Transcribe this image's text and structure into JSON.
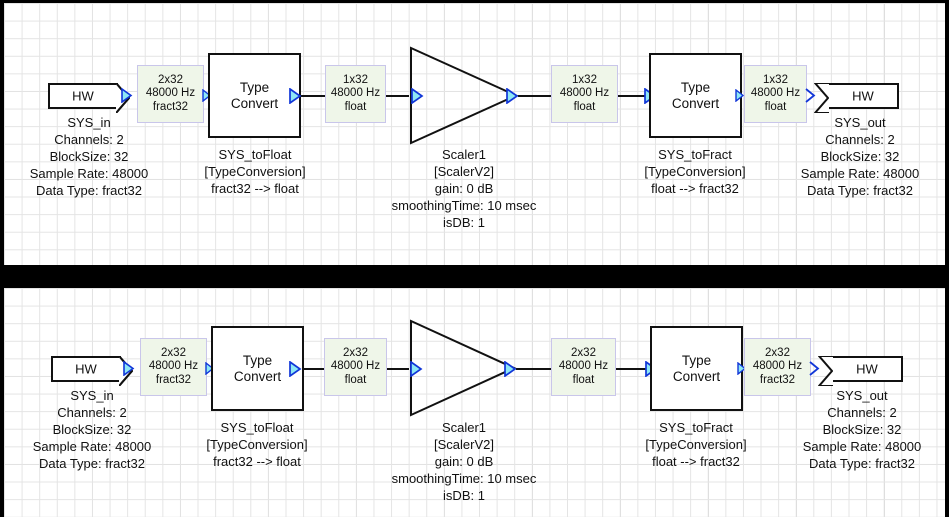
{
  "diagram": {
    "title": "Audio signal-flow block diagram (two variants)",
    "colors": {
      "signal_box_fill": "#eff6e9",
      "signal_box_border": "#c9c6ea",
      "block_border": "#111111",
      "port_fill": "#66e0f0",
      "port_stroke": "#0b3fd9",
      "wire": "#111111",
      "grid_minor": "#e4e4e4",
      "grid_major": "#d2d2d2",
      "sheet_background": "#ffffff",
      "separator": "#000000"
    },
    "panels": [
      {
        "id": "top",
        "blocks": {
          "hw_in": {
            "body_label": "HW",
            "caption": [
              "SYS_in",
              "Channels: 2",
              "BlockSize: 32",
              "Sample Rate: 48000",
              "Data Type: fract32"
            ]
          },
          "to_float": {
            "body_label_line1": "Type",
            "body_label_line2": "Convert",
            "caption": [
              "SYS_toFloat",
              "[TypeConversion]",
              "fract32 --> float"
            ]
          },
          "scaler": {
            "caption": [
              "Scaler1",
              "[ScalerV2]",
              "gain: 0 dB",
              "smoothingTime: 10 msec",
              "isDB: 1"
            ]
          },
          "to_fract": {
            "body_label_line1": "Type",
            "body_label_line2": "Convert",
            "caption": [
              "SYS_toFract",
              "[TypeConversion]",
              "float --> fract32"
            ]
          },
          "hw_out": {
            "body_label": "HW",
            "caption": [
              "SYS_out",
              "Channels: 2",
              "BlockSize: 32",
              "Sample Rate: 48000",
              "Data Type: fract32"
            ]
          }
        },
        "signals": [
          {
            "id": "sig1",
            "dims": "2x32",
            "rate": "48000 Hz",
            "type": "fract32"
          },
          {
            "id": "sig2",
            "dims": "1x32",
            "rate": "48000 Hz",
            "type": "float"
          },
          {
            "id": "sig3",
            "dims": "1x32",
            "rate": "48000 Hz",
            "type": "float"
          },
          {
            "id": "sig4",
            "dims": "1x32",
            "rate": "48000 Hz",
            "type": "float"
          }
        ]
      },
      {
        "id": "bottom",
        "blocks": {
          "hw_in": {
            "body_label": "HW",
            "caption": [
              "SYS_in",
              "Channels: 2",
              "BlockSize: 32",
              "Sample Rate: 48000",
              "Data Type: fract32"
            ]
          },
          "to_float": {
            "body_label_line1": "Type",
            "body_label_line2": "Convert",
            "caption": [
              "SYS_toFloat",
              "[TypeConversion]",
              "fract32 --> float"
            ]
          },
          "scaler": {
            "caption": [
              "Scaler1",
              "[ScalerV2]",
              "gain: 0 dB",
              "smoothingTime: 10 msec",
              "isDB: 1"
            ]
          },
          "to_fract": {
            "body_label_line1": "Type",
            "body_label_line2": "Convert",
            "caption": [
              "SYS_toFract",
              "[TypeConversion]",
              "float --> fract32"
            ]
          },
          "hw_out": {
            "body_label": "HW",
            "caption": [
              "SYS_out",
              "Channels: 2",
              "BlockSize: 32",
              "Sample Rate: 48000",
              "Data Type: fract32"
            ]
          }
        },
        "signals": [
          {
            "id": "sig1",
            "dims": "2x32",
            "rate": "48000 Hz",
            "type": "fract32"
          },
          {
            "id": "sig2",
            "dims": "2x32",
            "rate": "48000 Hz",
            "type": "float"
          },
          {
            "id": "sig3",
            "dims": "2x32",
            "rate": "48000 Hz",
            "type": "float"
          },
          {
            "id": "sig4",
            "dims": "2x32",
            "rate": "48000 Hz",
            "type": "fract32"
          }
        ]
      }
    ]
  }
}
